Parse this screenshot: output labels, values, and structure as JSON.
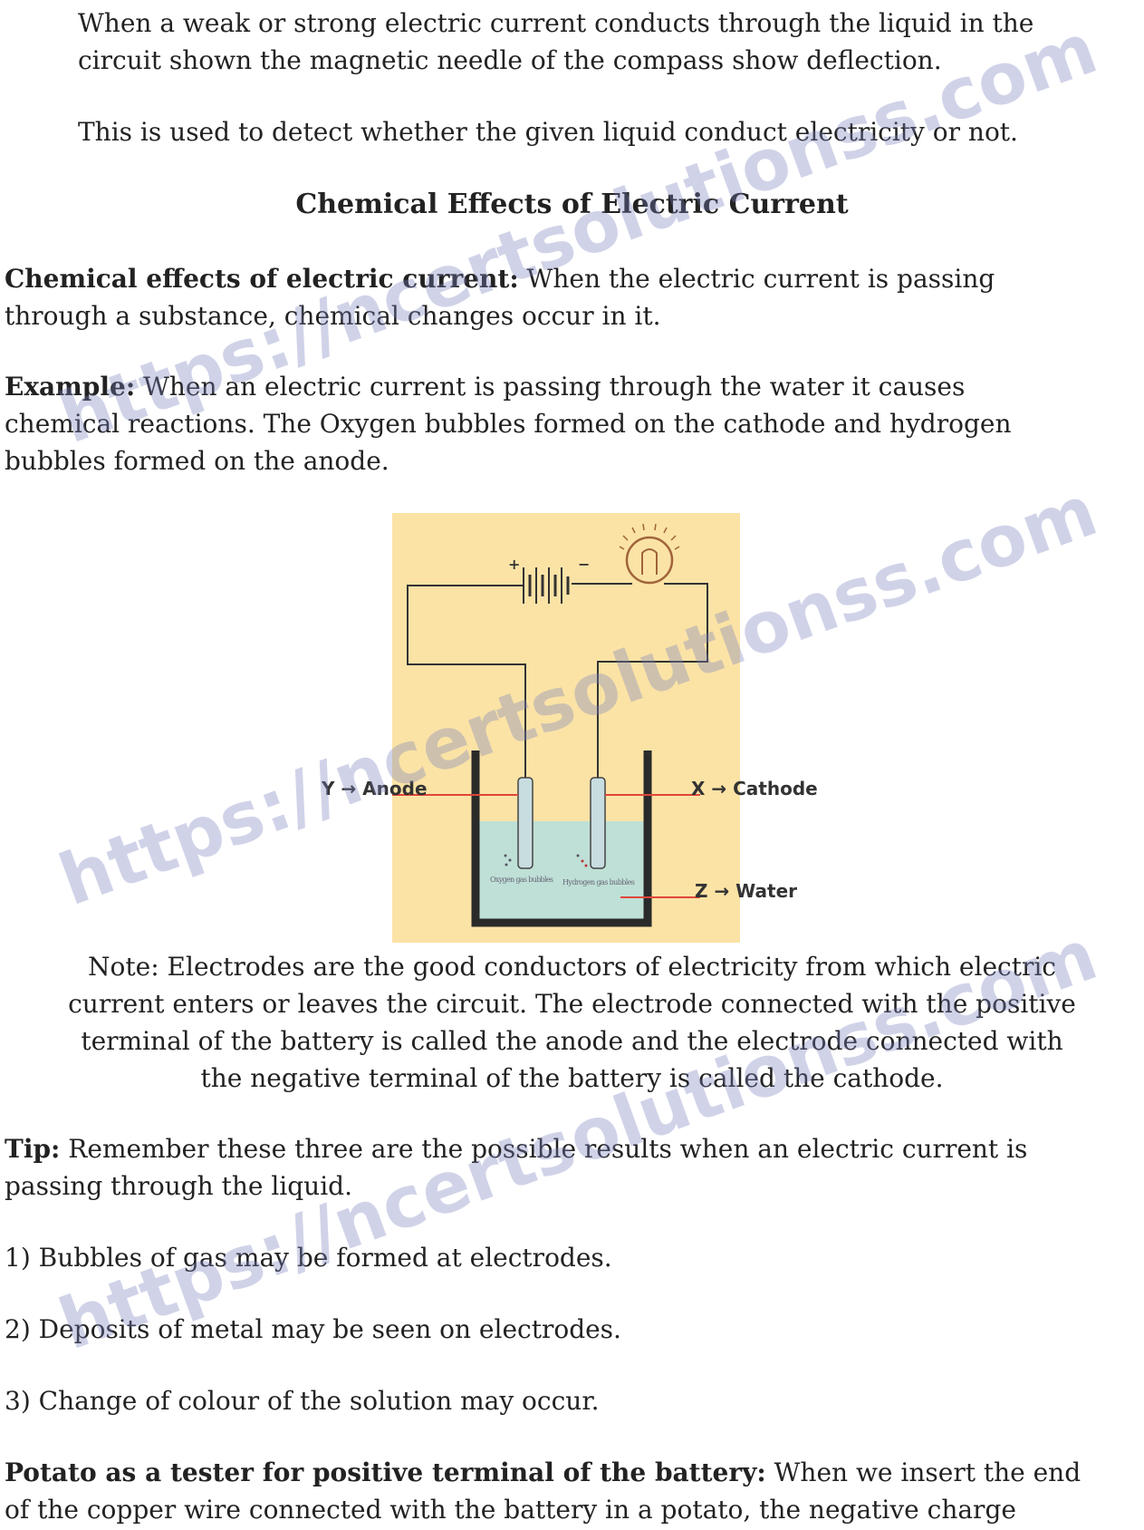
{
  "intro": {
    "lines": [
      "When a weak or strong electric current conducts through the liquid in the",
      "circuit shown the magnetic needle of the compass show deflection."
    ],
    "detect": "This is used to detect whether the given liquid conduct electricity or not."
  },
  "heading": "Chemical Effects of Electric Current",
  "definition": {
    "term": "Chemical effects of electric current:",
    "line1": " When the electric current is passing",
    "line2": "through a substance, chemical changes occur in it."
  },
  "example": {
    "term": "Example:",
    "line1": " When an electric current is passing through the water it causes",
    "line2": "chemical reactions. The Oxygen bubbles formed on the cathode and hydrogen",
    "line3": "bubbles formed on the anode."
  },
  "diagram": {
    "battery_plus": "+",
    "battery_minus": "−",
    "label_anode": "Y → Anode",
    "label_cathode": "X → Cathode",
    "label_water": "Z → Water",
    "oxygen_label": "Oxygen gas bubbles",
    "hydrogen_label": "Hydrogen gas bubbles",
    "colors": {
      "background": "#fbe3a6",
      "water": "#bfe0d6",
      "arrow": "#e0463a",
      "beaker": "#2a2a2a"
    }
  },
  "note": {
    "lines": [
      "Note: Electrodes are the good conductors of electricity from which electric",
      "current enters or leaves the circuit. The electrode connected with the positive",
      "terminal of the battery is called the anode and the electrode connected with",
      "the negative terminal of the battery is called the cathode."
    ]
  },
  "tip": {
    "term": "Tip:",
    "line1": " Remember these three are the possible results when an electric current is",
    "line2": "passing through the liquid."
  },
  "results": [
    "1) Bubbles of gas may be formed at electrodes.",
    "2) Deposits of metal may be seen on electrodes.",
    "3) Change of colour of the solution may occur."
  ],
  "potato": {
    "term": "Potato as a tester for positive terminal of the battery:",
    "line1": " When we insert the end",
    "line2": "of the copper wire connected with the battery in a potato, the negative charge"
  },
  "watermark": "https://ncertsolutionss.com"
}
